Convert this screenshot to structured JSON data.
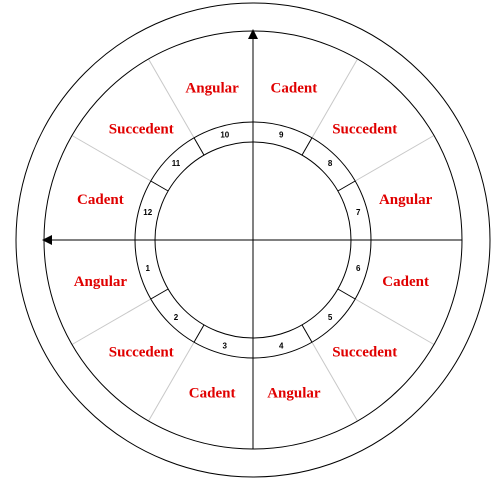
{
  "colors": {
    "label": "#e00000",
    "ring": "#000000",
    "divider": "#c8c8c8",
    "background": "#ffffff"
  },
  "houses": [
    {
      "number": "1",
      "type": "Angular"
    },
    {
      "number": "2",
      "type": "Succedent"
    },
    {
      "number": "3",
      "type": "Cadent"
    },
    {
      "number": "4",
      "type": "Angular"
    },
    {
      "number": "5",
      "type": "Succedent"
    },
    {
      "number": "6",
      "type": "Cadent"
    },
    {
      "number": "7",
      "type": "Angular"
    },
    {
      "number": "8",
      "type": "Succedent"
    },
    {
      "number": "9",
      "type": "Cadent"
    },
    {
      "number": "10",
      "type": "Angular"
    },
    {
      "number": "11",
      "type": "Succedent"
    },
    {
      "number": "12",
      "type": "Cadent"
    }
  ],
  "axes": {
    "horizontal_arrow": "left",
    "vertical_arrow": "up"
  }
}
